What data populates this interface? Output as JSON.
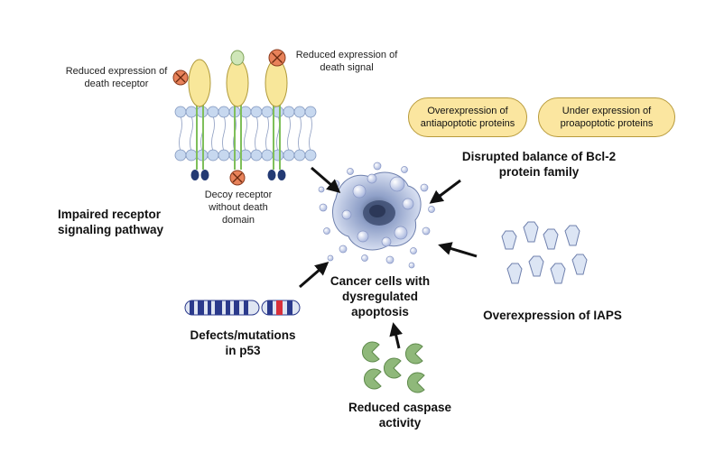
{
  "labels": {
    "reduced_death_receptor": "Reduced expression of death receptor",
    "reduced_death_signal": "Reduced expression of death signal",
    "decoy_receptor": "Decoy receptor without death domain",
    "impaired_pathway": "Impaired receptor signaling pathway",
    "overexpression_antiapoptotic": "Overexpression of antiapoptotic proteins",
    "under_expression_proapoptotic": "Under expression of proapoptotic proteins",
    "disrupted_bcl2": "Disrupted balance of Bcl-2 protein family",
    "center": "Cancer cells with dysregulated apoptosis",
    "overexpression_iaps": "Overexpression of IAPS",
    "p53": "Defects/mutations in p53",
    "caspase": "Reduced caspase activity"
  },
  "colors": {
    "membrane_blue": "#c7d8ef",
    "receptor_yellow": "#f8e79a",
    "ligand_green": "#cfe6b8",
    "inhibit_orange": "#e8825a",
    "caspase_green": "#8fb87a",
    "chromosome_blue": "#2b3a8c",
    "chromosome_red": "#d8303a",
    "pill_yellow": "#fbe6a0"
  }
}
